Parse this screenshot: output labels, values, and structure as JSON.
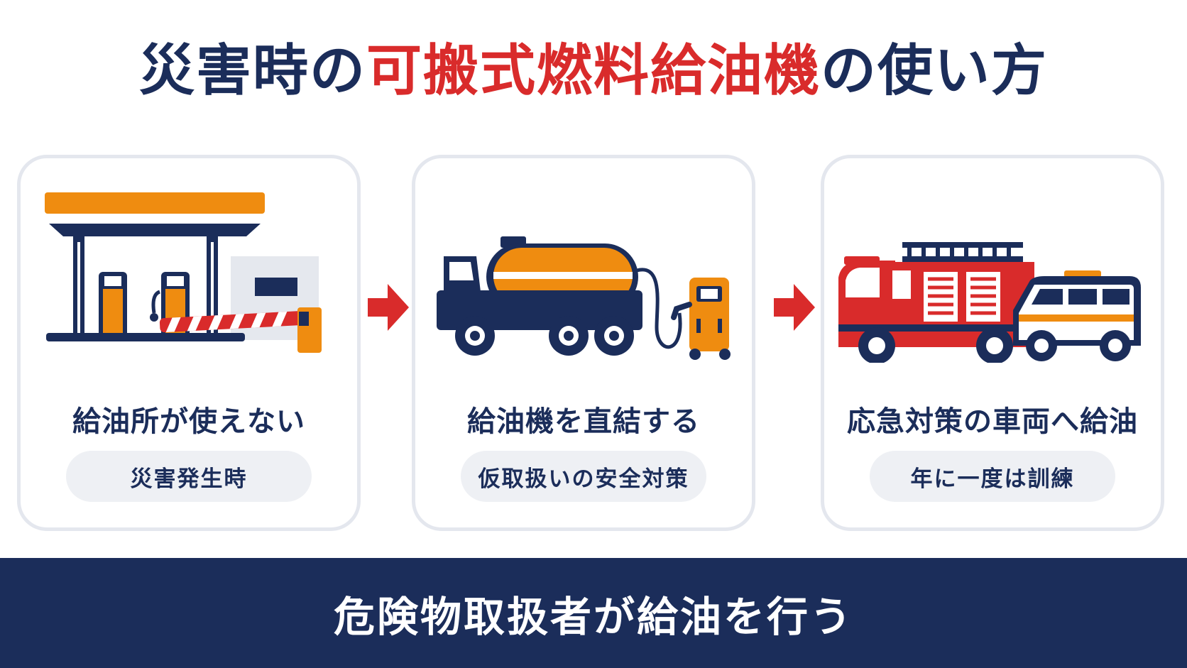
{
  "title": {
    "part1": "災害時の",
    "highlight": "可搬式燃料給油機",
    "part2": "の使い方"
  },
  "steps": [
    {
      "heading": "給油所が使えない",
      "tag": "災害発生時"
    },
    {
      "heading": "給油機を直結する",
      "tag": "仮取扱いの安全対策"
    },
    {
      "heading": "応急対策の車両へ給油",
      "tag": "年に一度は訓練"
    }
  ],
  "footer": "危険物取扱者が給油を行う",
  "colors": {
    "navy": "#1b2d5a",
    "red": "#d92b2b",
    "orange": "#ef8c10",
    "card_border": "#e4e7ee",
    "pill": "#eef0f4"
  },
  "icons": [
    "gas-station-icon",
    "tank-truck-icon",
    "fuel-dispenser-icon",
    "fire-truck-icon",
    "ambulance-icon",
    "arrow-right-icon"
  ]
}
